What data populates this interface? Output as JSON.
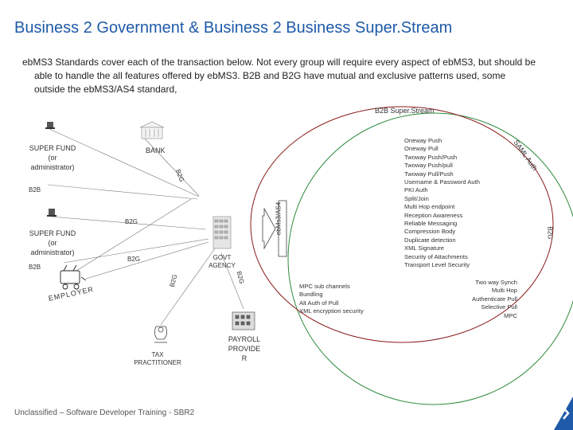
{
  "title": "Business 2 Government & Business 2 Business Super.Stream",
  "intro": {
    "line1": "ebMS3 Standards cover each of the transaction below. Not every group will require every aspect of ebMS3, but should be",
    "line2": "able to handle the all features offered by ebMS3. B2B and B2G have mutual and exclusive patterns used, some",
    "line3": "outside the ebMS3/AS4 standard,"
  },
  "labels": {
    "b2b_superstream": "B2B Super.Stream",
    "super_fund_1": "SUPER FUND\n(or\nadministrator)",
    "super_fund_2": "SUPER FUND\n(or\nadministrator)",
    "bank": "BANK",
    "govt_agency": "GOVT\nAGENCY",
    "employer": "EMPLOYER",
    "tax_practitioner": "TAX\nPRACTITIONER",
    "payroll_provider": "PAYROLL\nPROVIDE\nR",
    "ebms3_as4": "ebMs3/AS4",
    "saml_auth": "SAML Auth",
    "b2g_right": "B2G",
    "b2b_1": "B2B",
    "b2b_2": "B2B",
    "b2g_bank": "B2G",
    "b2g_mid1": "B2G",
    "b2g_mid2": "B2G",
    "b2g_emp": "B2G",
    "b2g_pay": "B2G"
  },
  "features_center": [
    "Oneway Push",
    "Oneway Pull",
    "Twoway Push/Push",
    "Twoway Push/pull",
    "Twoway Pull/Push",
    "Username & Password Auth",
    "PKI Auth",
    "Split/Join",
    "Multi Hop endpoint",
    "Reception Awareness",
    "Reliable Messaging",
    "Compression Body",
    "Duplicate detection",
    "XML Signature",
    "Security of Attachments",
    "Transport Level Security"
  ],
  "features_b2b": [
    "MPC sub channels",
    "Bundling",
    "Alt Auth of Pull",
    "XML encryption security"
  ],
  "features_b2g": [
    "Two way Synch",
    "Multi Hop",
    "Authenticate Pull",
    "Selective Pull",
    "MPC"
  ],
  "footer": "Unclassified – Software Developer Training - SBR2",
  "colors": {
    "title": "#1f5aa8",
    "b2b_circle": "#2e8b3e",
    "b2g_circle": "#8b1a1a",
    "corner": "#1f5aa8"
  }
}
